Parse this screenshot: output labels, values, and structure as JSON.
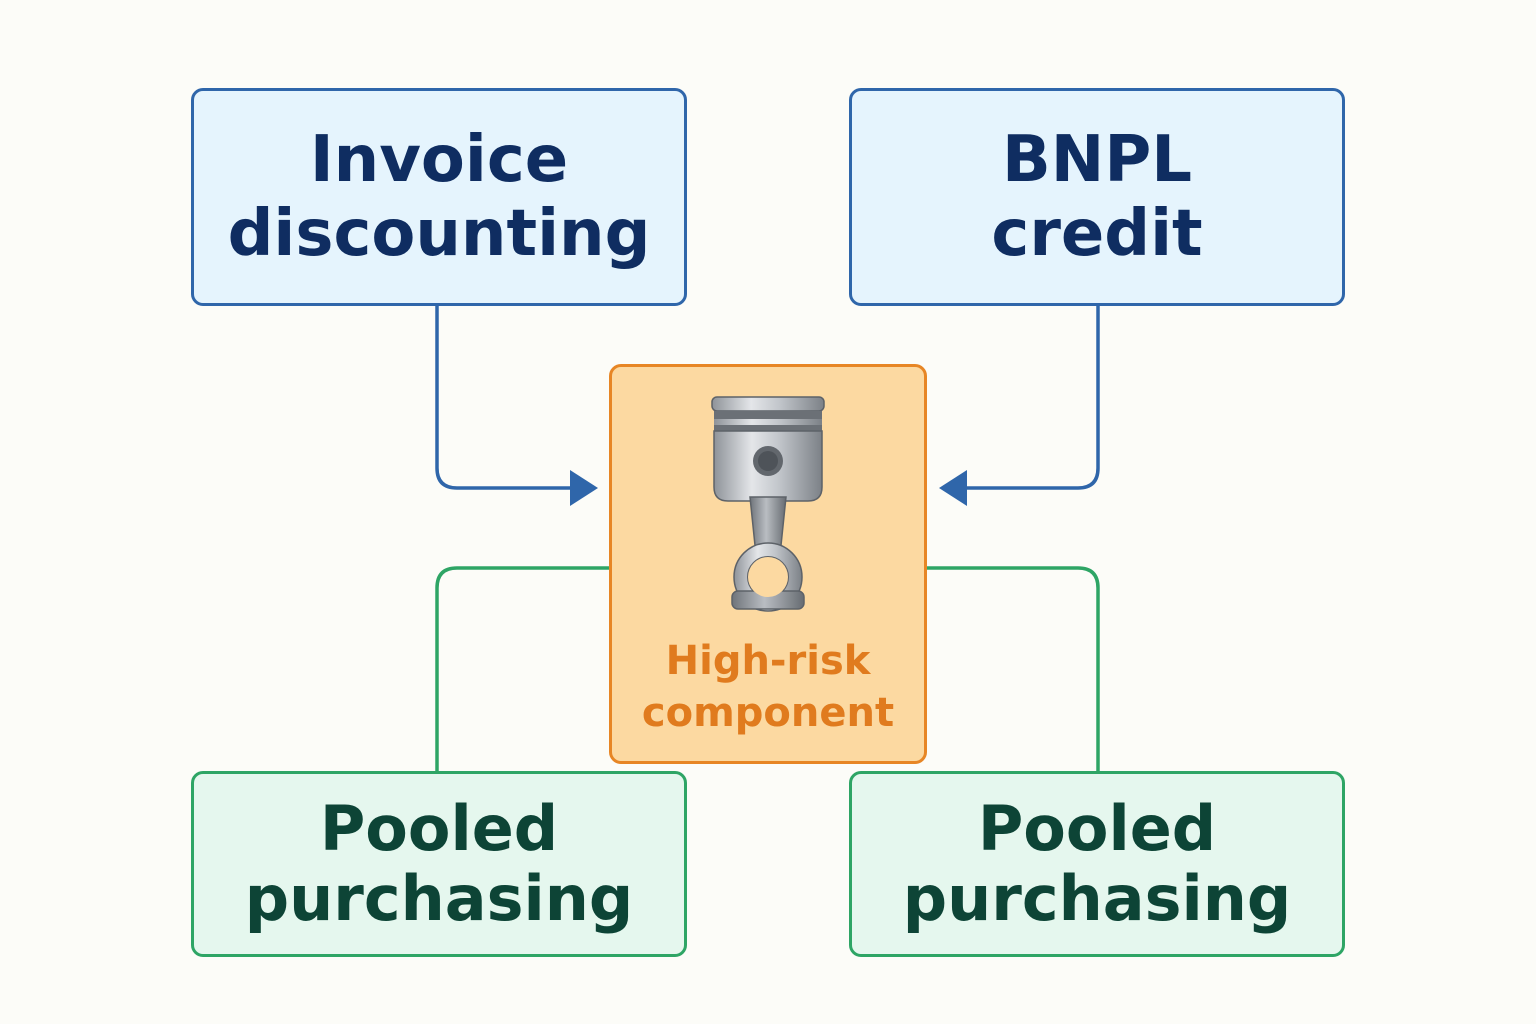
{
  "nodes": {
    "invoice": {
      "line1": "Invoice",
      "line2": "discounting"
    },
    "bnpl": {
      "line1": "BNPL",
      "line2": "credit"
    },
    "pooled_left": {
      "line1": "Pooled",
      "line2": "purchasing"
    },
    "pooled_right": {
      "line1": "Pooled",
      "line2": "purchasing"
    },
    "center": {
      "line1": "High-risk",
      "line2": "component",
      "icon": "piston-icon"
    }
  },
  "colors": {
    "blue_border": "#2f66aa",
    "blue_fill": "#e5f4fd",
    "green_border": "#2ea565",
    "green_fill": "#e5f7ee",
    "orange_border": "#e78625",
    "orange_fill": "#fcd9a1"
  }
}
